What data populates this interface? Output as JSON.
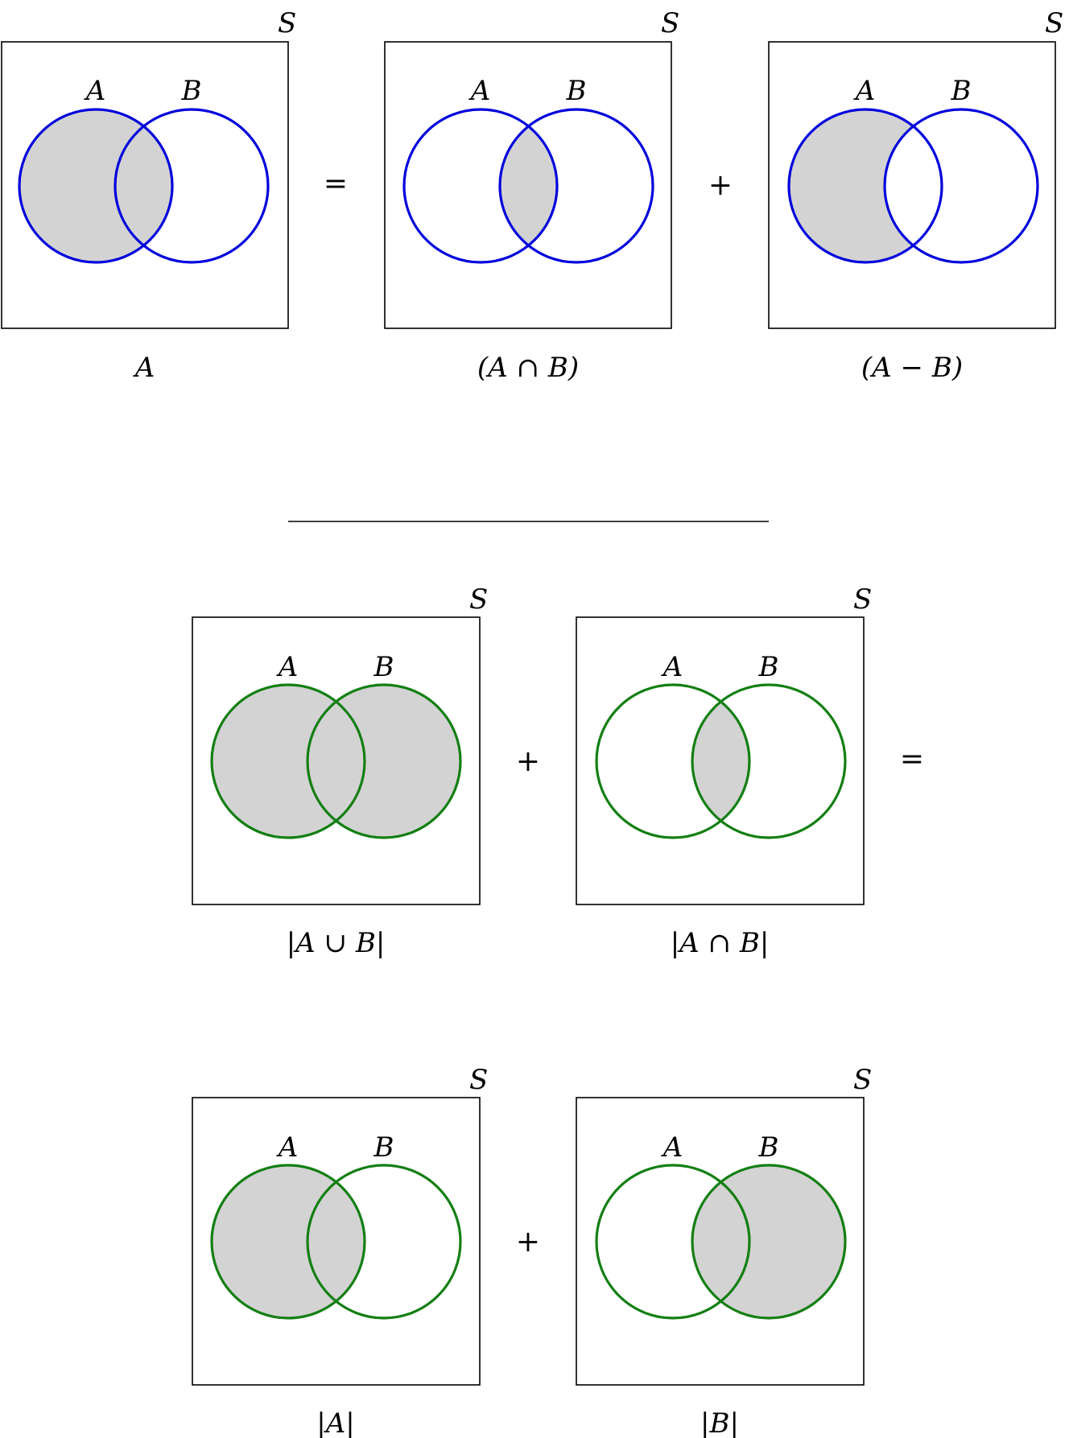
{
  "colors": {
    "blue": "#0000dd",
    "green": "#137f13",
    "fill": "#d3d3d3",
    "frame": "#000000"
  },
  "panels": [
    {
      "id": "p1",
      "shade": "A",
      "color": "blue",
      "universe": "S",
      "setA": "A",
      "setB": "B",
      "caption": "A"
    },
    {
      "id": "p2",
      "shade": "AandB",
      "color": "blue",
      "universe": "S",
      "setA": "A",
      "setB": "B",
      "caption": "(A ∩ B)"
    },
    {
      "id": "p3",
      "shade": "AminusB",
      "color": "blue",
      "universe": "S",
      "setA": "A",
      "setB": "B",
      "caption": "(A − B)"
    },
    {
      "id": "p4",
      "shade": "AorB",
      "color": "green",
      "universe": "S",
      "setA": "A",
      "setB": "B",
      "caption": "|A ∪ B|"
    },
    {
      "id": "p5",
      "shade": "AandB",
      "color": "green",
      "universe": "S",
      "setA": "A",
      "setB": "B",
      "caption": "|A ∩ B|"
    },
    {
      "id": "p6",
      "shade": "A",
      "color": "green",
      "universe": "S",
      "setA": "A",
      "setB": "B",
      "caption": "|A|"
    },
    {
      "id": "p7",
      "shade": "B",
      "color": "green",
      "universe": "S",
      "setA": "A",
      "setB": "B",
      "caption": "|B|"
    }
  ],
  "operators": {
    "row1_equals": "=",
    "row1_plus": "+",
    "row2_plus": "+",
    "row2_equals": "=",
    "row3_plus": "+"
  }
}
